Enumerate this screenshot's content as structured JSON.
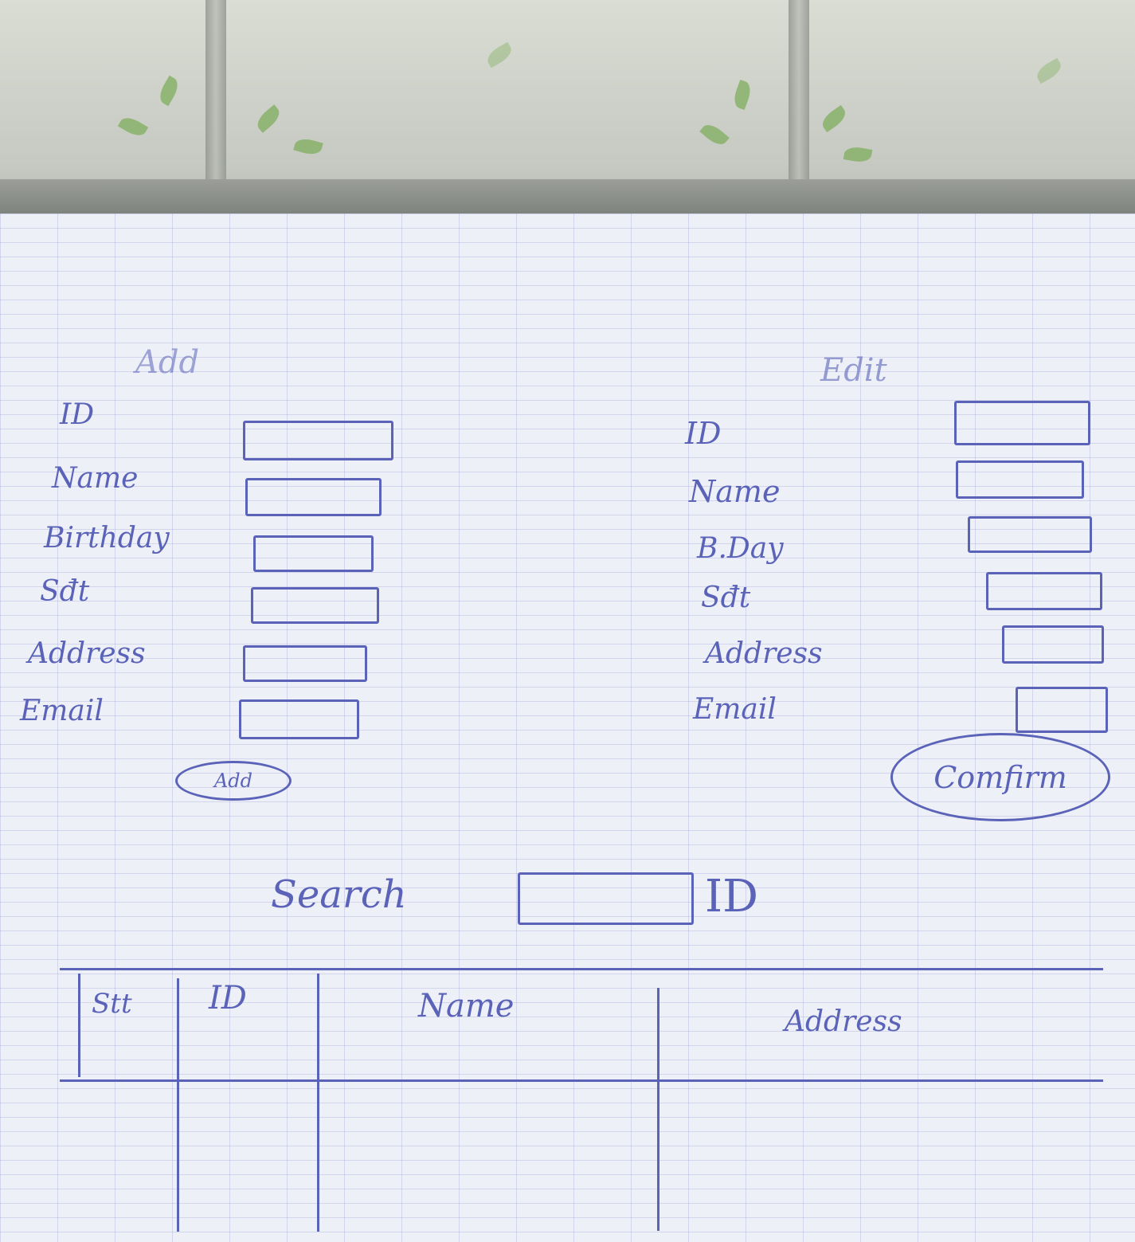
{
  "add_form": {
    "title": "Add",
    "fields": [
      {
        "label": "ID"
      },
      {
        "label": "Name"
      },
      {
        "label": "Birthday"
      },
      {
        "label": "Sđt"
      },
      {
        "label": "Address"
      },
      {
        "label": "Email"
      }
    ],
    "button_label": "Add"
  },
  "edit_form": {
    "title": "Edit",
    "fields": [
      {
        "label": "ID"
      },
      {
        "label": "Name"
      },
      {
        "label": "B.Day"
      },
      {
        "label": "Sđt"
      },
      {
        "label": "Address"
      },
      {
        "label": "Email"
      }
    ],
    "button_label": "Comfirm"
  },
  "search": {
    "label": "Search",
    "by_label": "ID"
  },
  "table": {
    "columns": [
      "Stt",
      "ID",
      "Name",
      "Address"
    ]
  },
  "colors": {
    "ink": "#5a63b8",
    "paper": "#eef0f8"
  }
}
